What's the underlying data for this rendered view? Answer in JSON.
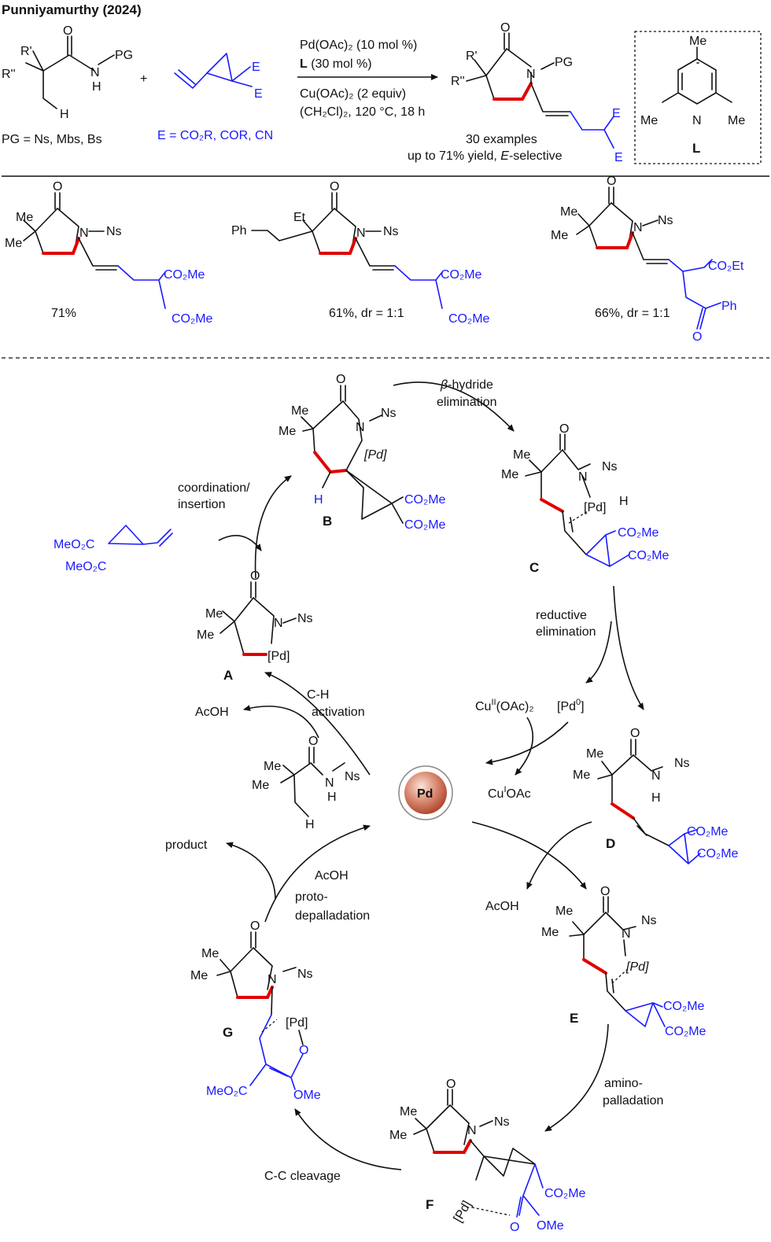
{
  "header": {
    "title": "Punniyamurthy (2024)"
  },
  "reaction": {
    "substrate": {
      "r1": "R'",
      "r2": "R''",
      "o": "O",
      "n": "N",
      "h": "H",
      "pg": "PG",
      "ch": "H"
    },
    "plus": "+",
    "reagent": {
      "e1": "E",
      "e2": "E"
    },
    "pg_def": "PG = Ns, Mbs, Bs",
    "e_def": "E = CO₂R, COR, CN",
    "cond": {
      "l1": "Pd(OAc)₂ (10 mol %)",
      "l2_bold": "L",
      "l2_rest": " (30 mol %)",
      "l3": "Cu(OAc)₂ (2 equiv)",
      "l4": "(CH₂Cl)₂, 120 °C, 18 h"
    },
    "product": {
      "r1": "R'",
      "r2": "R''",
      "o": "O",
      "n": "N",
      "pg": "PG",
      "e1": "E",
      "e2": "E"
    },
    "summary": {
      "l1": "30 examples",
      "l2a": "up to 71% yield, ",
      "l2b": "E",
      "l2c": "-selective"
    },
    "ligand": {
      "me_top": "Me",
      "me_left": "Me",
      "me_right": "Me",
      "n": "N",
      "label": "L"
    }
  },
  "examples": [
    {
      "sub1": "Me",
      "sub2": "Me",
      "ns": "Ns",
      "o": "O",
      "n": "N",
      "g1": "CO₂Me",
      "g2": "CO₂Me",
      "yield": "71%"
    },
    {
      "sub1": "Et",
      "sub2": "Ph",
      "ns": "Ns",
      "o": "O",
      "n": "N",
      "g1": "CO₂Me",
      "g2": "CO₂Me",
      "yield": "61%, dr = 1:1"
    },
    {
      "sub1": "Me",
      "sub2": "Me",
      "ns": "Ns",
      "o": "O",
      "n": "N",
      "g1": "CO₂Et",
      "g2": "Ph",
      "g3": "O",
      "yield": "66%, dr = 1:1"
    }
  ],
  "cycle": {
    "center": "Pd",
    "A": {
      "label": "A",
      "me1": "Me",
      "me2": "Me",
      "o": "O",
      "n": "N",
      "ns": "Ns",
      "pd": "[Pd]"
    },
    "B": {
      "label": "B",
      "me1": "Me",
      "me2": "Me",
      "o": "O",
      "n": "N",
      "ns": "Ns",
      "pd": "[Pd]",
      "h": "H",
      "g1": "CO₂Me",
      "g2": "CO₂Me"
    },
    "C": {
      "label": "C",
      "me1": "Me",
      "me2": "Me",
      "o": "O",
      "n": "N",
      "ns": "Ns",
      "pd": "[Pd]",
      "h": "H",
      "g1": "CO₂Me",
      "g2": "CO₂Me"
    },
    "D": {
      "label": "D",
      "me1": "Me",
      "me2": "Me",
      "o": "O",
      "n": "N",
      "ns": "Ns",
      "h": "H",
      "g1": "CO₂Me",
      "g2": "CO₂Me"
    },
    "E": {
      "label": "E",
      "me1": "Me",
      "me2": "Me",
      "o": "O",
      "n": "N",
      "ns": "Ns",
      "pd": "[Pd]",
      "g1": "CO₂Me",
      "g2": "CO₂Me"
    },
    "F": {
      "label": "F",
      "me1": "Me",
      "me2": "Me",
      "o": "O",
      "n": "N",
      "ns": "Ns",
      "pd": "[Pd]",
      "g1": "CO₂Me",
      "o2": "O",
      "ome": "OMe"
    },
    "G": {
      "label": "G",
      "me1": "Me",
      "me2": "Me",
      "o": "O",
      "n": "N",
      "ns": "Ns",
      "pd": "[Pd]",
      "o2": "O",
      "ome": "OMe",
      "g1": "MeO₂C"
    },
    "vcp": {
      "g1": "MeO₂C",
      "g2": "MeO₂C"
    },
    "sm": {
      "me1": "Me",
      "me2": "Me",
      "o": "O",
      "n": "N",
      "ns": "Ns",
      "h1": "H",
      "h2": "H"
    },
    "steps": {
      "beta1": "β",
      "beta2": "-hydride",
      "beta3": "elimination",
      "coord1": "coordination/",
      "coord2": "insertion",
      "red1": "reductive",
      "red2": "elimination",
      "ch1": "C-H",
      "ch2": "activation",
      "amino1": "amino-",
      "amino2": "palladation",
      "cc": "C-C cleavage",
      "proto1": "proto-",
      "proto2": "depalladation"
    },
    "species": {
      "acoh1": "AcOH",
      "acoh2": "AcOH",
      "acoh3": "AcOH",
      "product": "product",
      "cu2a": "Cu",
      "cu2b": "II",
      "cu2c": "(OAc)₂",
      "pd0a": "[Pd",
      "pd0b": "0",
      "pd0c": "]",
      "cu1a": "Cu",
      "cu1b": "I",
      "cu1c": "OAc"
    }
  }
}
